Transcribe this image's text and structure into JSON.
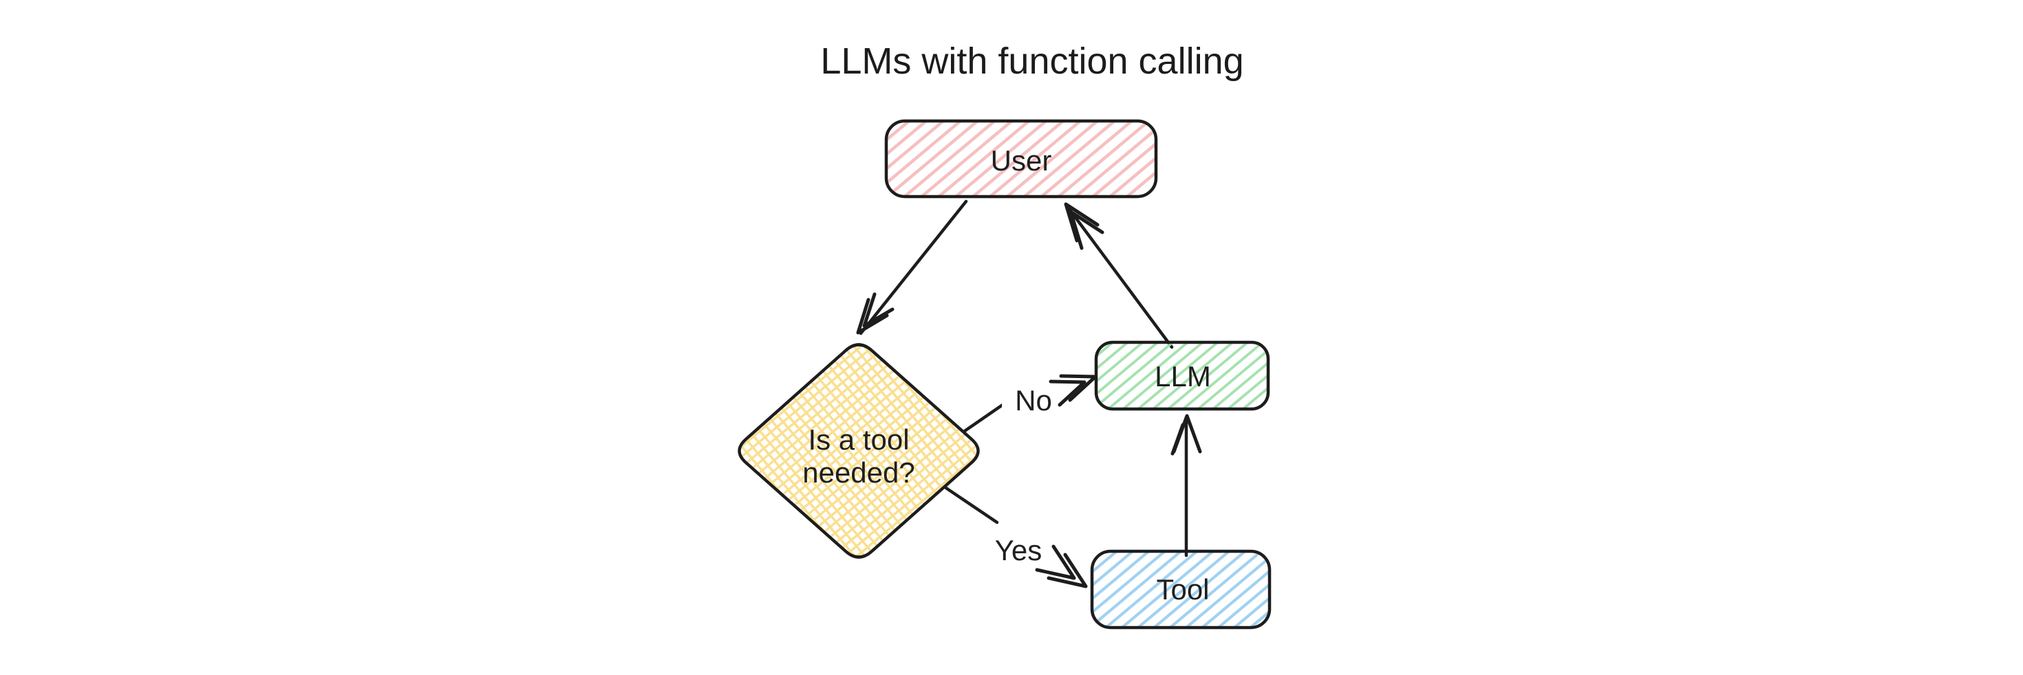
{
  "title": "LLMs with function calling",
  "diagram": {
    "type": "flowchart",
    "style": "hand-drawn",
    "background": "#ffffff",
    "stroke_color": "#1d1d1d",
    "text_color": "#1f1f1f",
    "nodes": {
      "user": {
        "label": "User",
        "shape": "rounded-rect",
        "fill_pattern": "diagonal-hatch",
        "hatch_color": "#f6bfc0"
      },
      "decision": {
        "label": "Is a tool needed?",
        "label_line1": "Is a tool",
        "label_line2": "needed?",
        "shape": "diamond",
        "fill_pattern": "cross-hatch",
        "hatch_color": "#fadf8f"
      },
      "llm": {
        "label": "LLM",
        "shape": "rounded-rect",
        "fill_pattern": "diagonal-hatch",
        "hatch_color": "#a3e2ad"
      },
      "tool": {
        "label": "Tool",
        "shape": "rounded-rect",
        "fill_pattern": "diagonal-hatch",
        "hatch_color": "#a0d1f2"
      }
    },
    "edges": [
      {
        "from": "User",
        "to": "Is a tool needed?",
        "label": ""
      },
      {
        "from": "Is a tool needed?",
        "to": "LLM",
        "label": "No"
      },
      {
        "from": "Is a tool needed?",
        "to": "Tool",
        "label": "Yes"
      },
      {
        "from": "Tool",
        "to": "LLM",
        "label": ""
      },
      {
        "from": "LLM",
        "to": "User",
        "label": ""
      }
    ]
  }
}
